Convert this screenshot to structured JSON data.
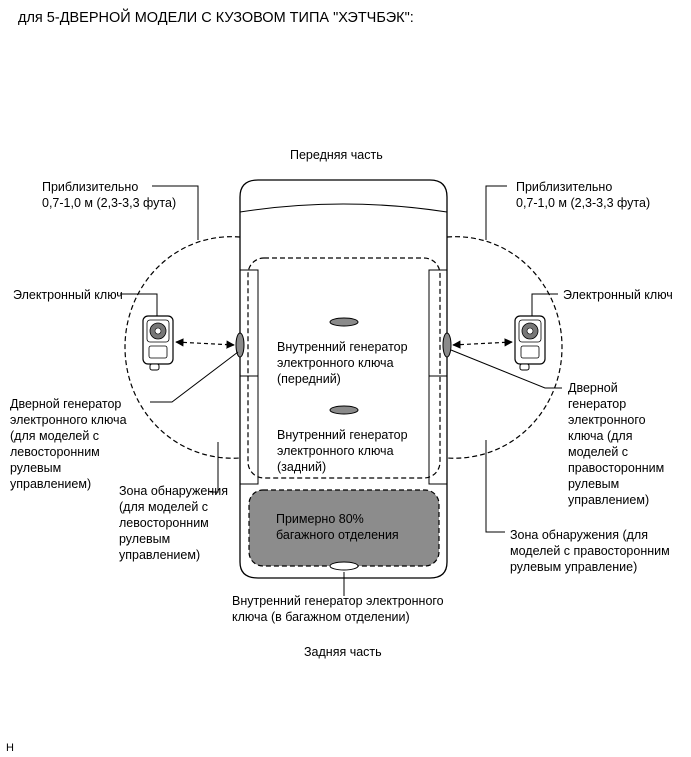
{
  "title": "для 5-ДВЕРНОЙ МОДЕЛИ С КУЗОВОМ ТИПА \"ХЭТЧБЭК\":",
  "labels": {
    "front": "Передняя часть",
    "rear": "Задняя часть",
    "approx_left": "Приблизительно\n0,7-1,0 м (2,3-3,3 фута)",
    "approx_right": "Приблизительно\n0,7-1,0 м (2,3-3,3 фута)",
    "key_left": "Электронный ключ",
    "key_right": "Электронный ключ",
    "door_gen_left": "Дверной генератор\nэлектронного ключа\n(для моделей с\nлевосторонним\nрулевым\nуправлением)",
    "door_gen_right": "Дверной\nгенератор\nэлектронного\nключа (для\nмоделей с\nправосторонним\nрулевым\nуправлением)",
    "zone_left": "Зона обнаружения\n(для моделей с\nлевосторонним\nрулевым\nуправлением)",
    "zone_right": "Зона обнаружения (для\nмоделей с правосторонним\nрулевым управление)",
    "inner_front": "Внутренний генератор\nэлектронного ключа\n(передний)",
    "inner_rear": "Внутренний генератор\nэлектронного ключа\n(задний)",
    "luggage_area": "Примерно 80%\nбагажного отделения",
    "inner_luggage": "Внутренний генератор электронного\nключа (в багажном отделении)",
    "corner_mark": "H"
  },
  "colors": {
    "luggage_fill": "#8c8c8c",
    "oscillator_fill": "#8a8a8a",
    "stroke": "#000000"
  }
}
